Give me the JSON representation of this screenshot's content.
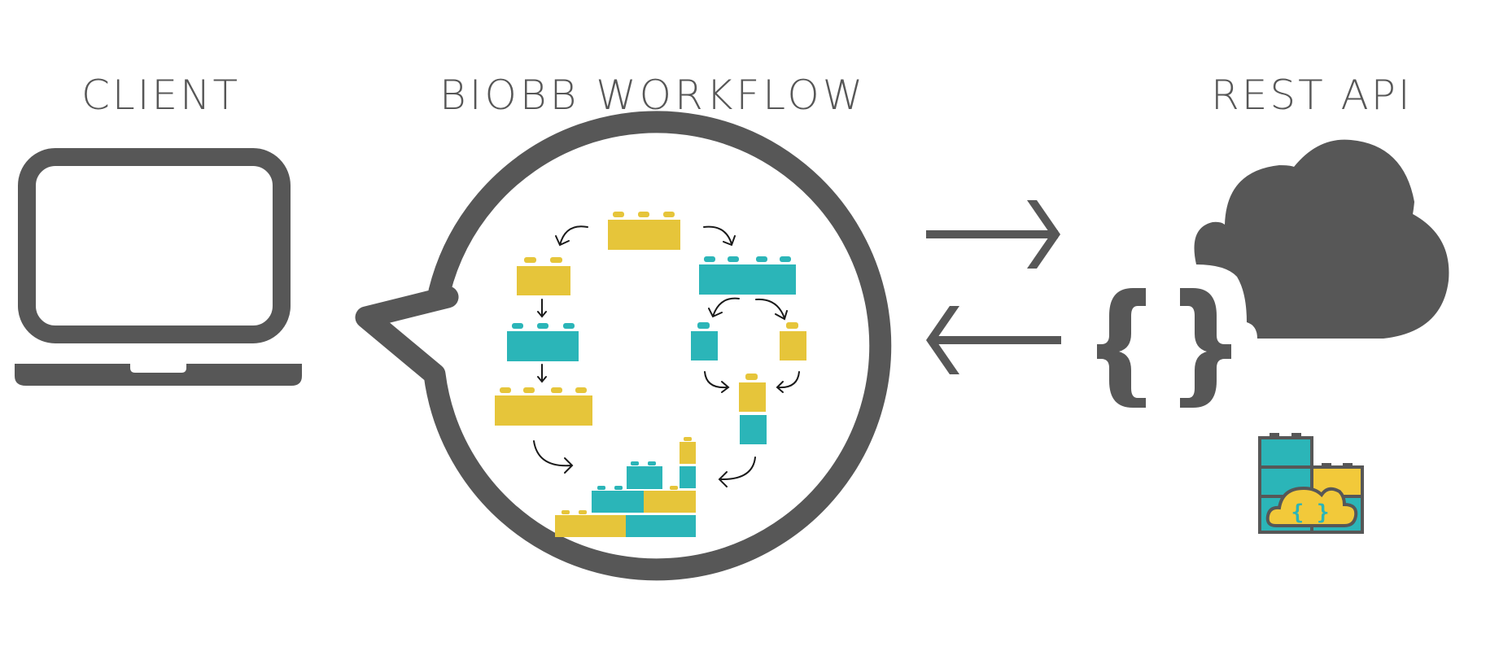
{
  "titles": {
    "client": "CLIENT",
    "workflow": "BIOBB WORKFLOW",
    "rest_api": "REST API"
  },
  "colors": {
    "dark_gray": "#575757",
    "teal": "#2bb5b8",
    "yellow": "#e6c53a",
    "arrow_black": "#1a1a1a",
    "background": "#ffffff"
  },
  "icons": {
    "client": "laptop-icon",
    "workflow": "speech-bubble-icon",
    "bricks": "lego-brick-icons",
    "request": "arrow-right-icon",
    "response": "arrow-left-icon",
    "api": "cloud-icon",
    "json": "curly-braces-icon",
    "logo": "biobb-rest-logo-icon"
  }
}
